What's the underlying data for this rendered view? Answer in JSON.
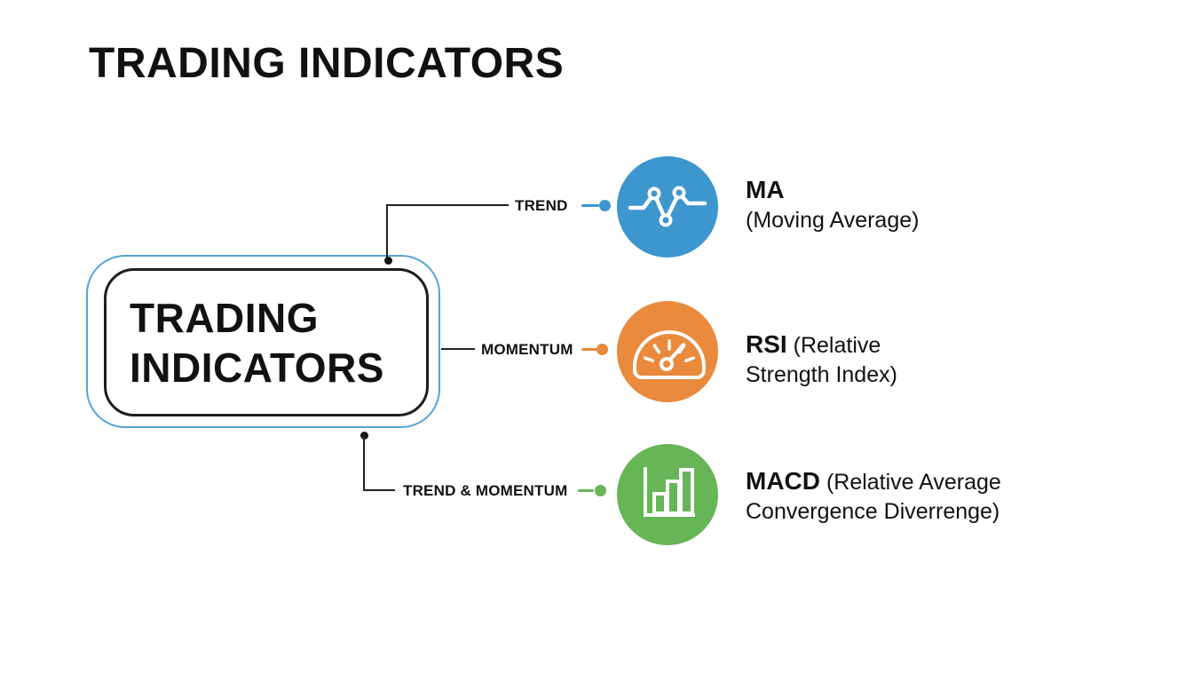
{
  "page_title": "TRADING INDICATORS",
  "root_box": {
    "line1": "TRADING",
    "line2": "INDICATORS"
  },
  "branches": [
    {
      "label": "TREND",
      "icon": "line-chart-icon",
      "accent_color": "#3d96ce",
      "name_bold": "MA",
      "name_rest": "",
      "desc": "(Moving Average)"
    },
    {
      "label": "MOMENTUM",
      "icon": "gauge-icon",
      "accent_color": "#e98a3c",
      "name_bold": "RSI",
      "name_rest": " (Relative",
      "desc": "Strength Index)"
    },
    {
      "label": "TREND & MOMENTUM",
      "icon": "bar-chart-icon",
      "accent_color": "#66b556",
      "name_bold": "MACD",
      "name_rest": " (Relative Average",
      "desc": "Convergence Diverrenge)"
    }
  ],
  "colors": {
    "background": "#ffffff",
    "text": "#111111",
    "connector_line": "#222222",
    "root_box_outer_border": "#54a4d9",
    "root_box_inner_border": "#1d1d1d",
    "blue": "#3d96ce",
    "orange": "#e98a3c",
    "green": "#66b556"
  }
}
